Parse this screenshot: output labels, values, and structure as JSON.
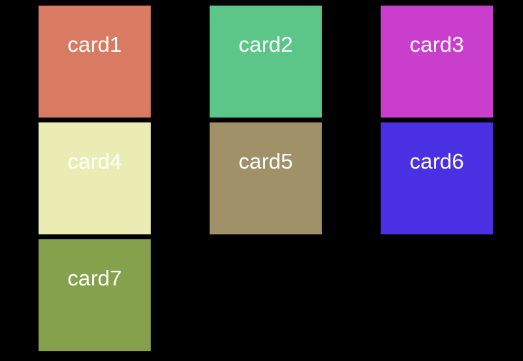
{
  "page": {
    "background_color": "#000000",
    "text_color": "#ffffff"
  },
  "cards": [
    {
      "label": "card1",
      "color": "#d97a63"
    },
    {
      "label": "card2",
      "color": "#5bc688"
    },
    {
      "label": "card3",
      "color": "#c93ecd"
    },
    {
      "label": "card4",
      "color": "#ebecb4"
    },
    {
      "label": "card5",
      "color": "#a09168"
    },
    {
      "label": "card6",
      "color": "#4930e2"
    },
    {
      "label": "card7",
      "color": "#86a14b"
    }
  ]
}
